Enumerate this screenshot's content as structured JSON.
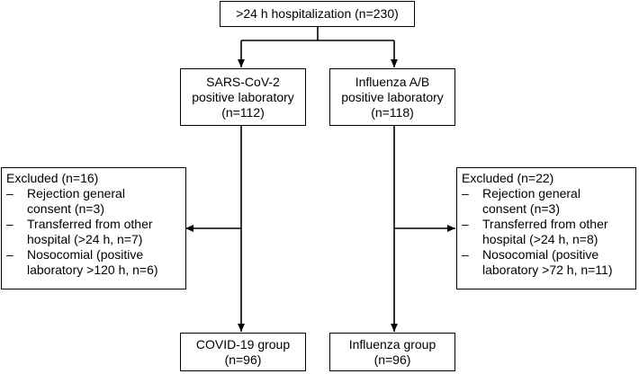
{
  "flowchart": {
    "top": {
      "text": ">24 h hospitalization (n=230)"
    },
    "sars": {
      "lines": [
        "SARS-CoV-2",
        "positive laboratory",
        "(n=112)"
      ]
    },
    "influenza": {
      "lines": [
        "Influenza A/B",
        "positive laboratory",
        "(n=118)"
      ]
    },
    "excluded_left": {
      "title": "Excluded (n=16)",
      "items": [
        {
          "dash": "–",
          "lines": [
            "Rejection general",
            "consent (n=3)"
          ]
        },
        {
          "dash": "–",
          "lines": [
            "Transferred from other",
            "hospital (>24 h, n=7)"
          ]
        },
        {
          "dash": "–",
          "lines": [
            "Nosocomial (positive",
            "laboratory >120 h, n=6)"
          ]
        }
      ]
    },
    "excluded_right": {
      "title": "Excluded (n=22)",
      "items": [
        {
          "dash": "–",
          "lines": [
            "Rejection general",
            "consent (n=3)"
          ]
        },
        {
          "dash": "–",
          "lines": [
            "Transferred from other",
            "hospital (>24 h, n=8)"
          ]
        },
        {
          "dash": "–",
          "lines": [
            "Nosocomial (positive",
            "laboratory >72 h, n=11)"
          ]
        }
      ]
    },
    "covid_group": {
      "lines": [
        "COVID-19 group",
        "(n=96)"
      ]
    },
    "influenza_group": {
      "lines": [
        "Influenza group",
        "(n=96)"
      ]
    }
  }
}
